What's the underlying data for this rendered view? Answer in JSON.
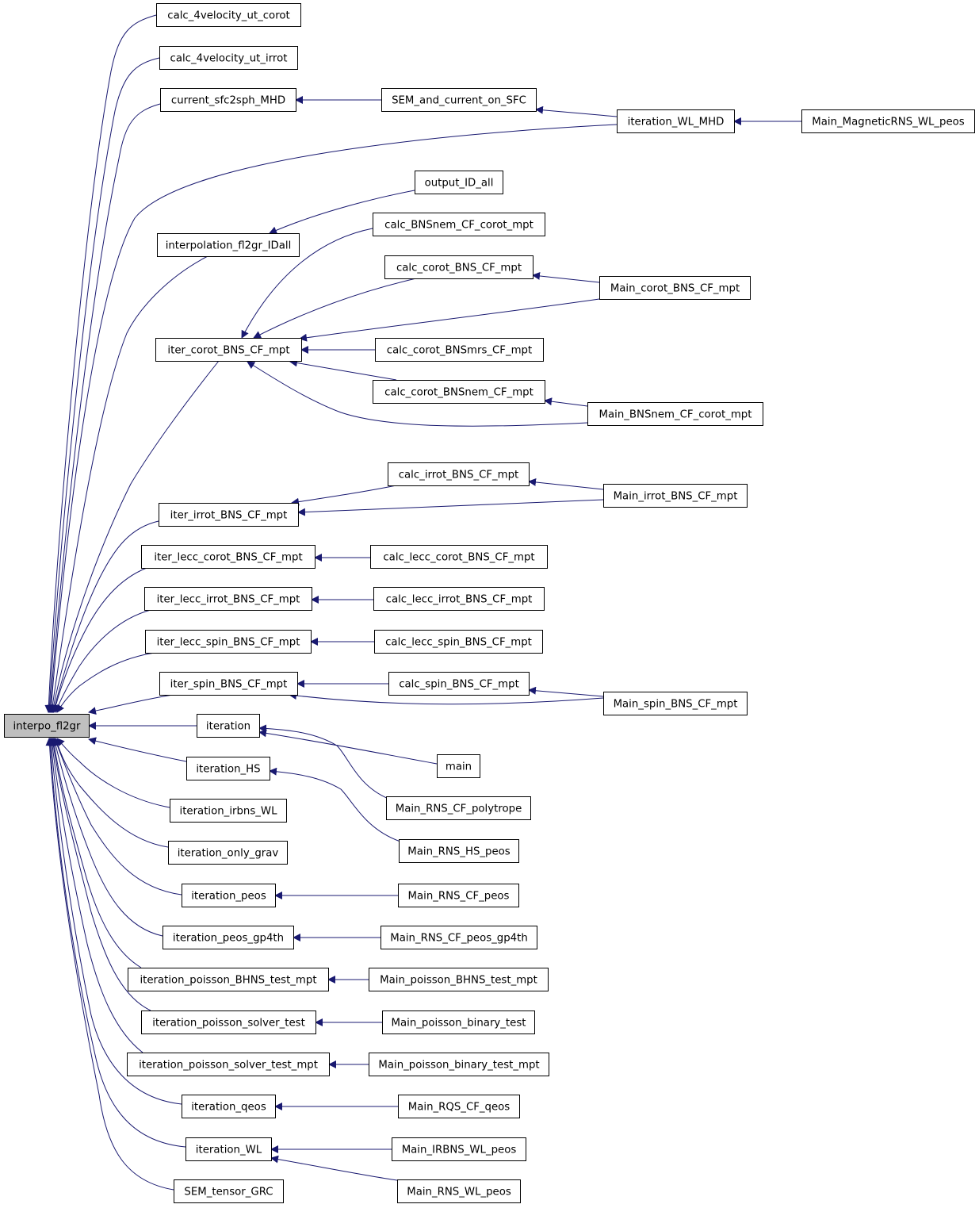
{
  "graph": {
    "title": "",
    "edge_color": "#191970",
    "root_fill": "#bfbfbf",
    "nodes": [
      {
        "id": "interpo_fl2gr",
        "label": "interpo_fl2gr",
        "root": true
      },
      {
        "id": "calc_4velocity_ut_corot",
        "label": "calc_4velocity_ut_corot"
      },
      {
        "id": "calc_4velocity_ut_irrot",
        "label": "calc_4velocity_ut_irrot"
      },
      {
        "id": "current_sfc2sph_MHD",
        "label": "current_sfc2sph_MHD"
      },
      {
        "id": "SEM_and_current_on_SFC",
        "label": "SEM_and_current_on_SFC"
      },
      {
        "id": "iteration_WL_MHD",
        "label": "iteration_WL_MHD"
      },
      {
        "id": "Main_MagneticRNS_WL_peos",
        "label": "Main_MagneticRNS_WL_peos"
      },
      {
        "id": "output_ID_all",
        "label": "output_ID_all"
      },
      {
        "id": "interpolation_fl2gr_IDall",
        "label": "interpolation_fl2gr_IDall"
      },
      {
        "id": "calc_BNSnem_CF_corot_mpt",
        "label": "calc_BNSnem_CF_corot_mpt"
      },
      {
        "id": "calc_corot_BNS_CF_mpt",
        "label": "calc_corot_BNS_CF_mpt"
      },
      {
        "id": "Main_corot_BNS_CF_mpt",
        "label": "Main_corot_BNS_CF_mpt"
      },
      {
        "id": "iter_corot_BNS_CF_mpt",
        "label": "iter_corot_BNS_CF_mpt"
      },
      {
        "id": "calc_corot_BNSmrs_CF_mpt",
        "label": "calc_corot_BNSmrs_CF_mpt"
      },
      {
        "id": "calc_corot_BNSnem_CF_mpt",
        "label": "calc_corot_BNSnem_CF_mpt"
      },
      {
        "id": "Main_BNSnem_CF_corot_mpt",
        "label": "Main_BNSnem_CF_corot_mpt"
      },
      {
        "id": "calc_irrot_BNS_CF_mpt",
        "label": "calc_irrot_BNS_CF_mpt"
      },
      {
        "id": "iter_irrot_BNS_CF_mpt",
        "label": "iter_irrot_BNS_CF_mpt"
      },
      {
        "id": "Main_irrot_BNS_CF_mpt",
        "label": "Main_irrot_BNS_CF_mpt"
      },
      {
        "id": "iter_lecc_corot_BNS_CF_mpt",
        "label": "iter_lecc_corot_BNS_CF_mpt"
      },
      {
        "id": "calc_lecc_corot_BNS_CF_mpt",
        "label": "calc_lecc_corot_BNS_CF_mpt"
      },
      {
        "id": "iter_lecc_irrot_BNS_CF_mpt",
        "label": "iter_lecc_irrot_BNS_CF_mpt"
      },
      {
        "id": "calc_lecc_irrot_BNS_CF_mpt",
        "label": "calc_lecc_irrot_BNS_CF_mpt"
      },
      {
        "id": "iter_lecc_spin_BNS_CF_mpt",
        "label": "iter_lecc_spin_BNS_CF_mpt"
      },
      {
        "id": "calc_lecc_spin_BNS_CF_mpt",
        "label": "calc_lecc_spin_BNS_CF_mpt"
      },
      {
        "id": "iter_spin_BNS_CF_mpt",
        "label": "iter_spin_BNS_CF_mpt"
      },
      {
        "id": "calc_spin_BNS_CF_mpt",
        "label": "calc_spin_BNS_CF_mpt"
      },
      {
        "id": "Main_spin_BNS_CF_mpt",
        "label": "Main_spin_BNS_CF_mpt"
      },
      {
        "id": "iteration",
        "label": "iteration"
      },
      {
        "id": "main",
        "label": "main"
      },
      {
        "id": "iteration_HS",
        "label": "iteration_HS"
      },
      {
        "id": "Main_RNS_CF_polytrope",
        "label": "Main_RNS_CF_polytrope"
      },
      {
        "id": "iteration_irbns_WL",
        "label": "iteration_irbns_WL"
      },
      {
        "id": "Main_RNS_HS_peos",
        "label": "Main_RNS_HS_peos"
      },
      {
        "id": "iteration_only_grav",
        "label": "iteration_only_grav"
      },
      {
        "id": "iteration_peos",
        "label": "iteration_peos"
      },
      {
        "id": "Main_RNS_CF_peos",
        "label": "Main_RNS_CF_peos"
      },
      {
        "id": "iteration_peos_gp4th",
        "label": "iteration_peos_gp4th"
      },
      {
        "id": "Main_RNS_CF_peos_gp4th",
        "label": "Main_RNS_CF_peos_gp4th"
      },
      {
        "id": "iteration_poisson_BHNS_test_mpt",
        "label": "iteration_poisson_BHNS_test_mpt"
      },
      {
        "id": "Main_poisson_BHNS_test_mpt",
        "label": "Main_poisson_BHNS_test_mpt"
      },
      {
        "id": "iteration_poisson_solver_test",
        "label": "iteration_poisson_solver_test"
      },
      {
        "id": "Main_poisson_binary_test",
        "label": "Main_poisson_binary_test"
      },
      {
        "id": "iteration_poisson_solver_test_mpt",
        "label": "iteration_poisson_solver_test_mpt"
      },
      {
        "id": "Main_poisson_binary_test_mpt",
        "label": "Main_poisson_binary_test_mpt"
      },
      {
        "id": "iteration_qeos",
        "label": "iteration_qeos"
      },
      {
        "id": "Main_RQS_CF_qeos",
        "label": "Main_RQS_CF_qeos"
      },
      {
        "id": "iteration_WL",
        "label": "iteration_WL"
      },
      {
        "id": "Main_IRBNS_WL_peos",
        "label": "Main_IRBNS_WL_peos"
      },
      {
        "id": "SEM_tensor_GRC",
        "label": "SEM_tensor_GRC"
      },
      {
        "id": "Main_RNS_WL_peos",
        "label": "Main_RNS_WL_peos"
      }
    ],
    "edges": [
      {
        "from": "calc_4velocity_ut_corot",
        "to": "interpo_fl2gr"
      },
      {
        "from": "calc_4velocity_ut_irrot",
        "to": "interpo_fl2gr"
      },
      {
        "from": "current_sfc2sph_MHD",
        "to": "interpo_fl2gr"
      },
      {
        "from": "iteration_WL_MHD",
        "to": "interpo_fl2gr"
      },
      {
        "from": "interpolation_fl2gr_IDall",
        "to": "interpo_fl2gr"
      },
      {
        "from": "iter_corot_BNS_CF_mpt",
        "to": "interpo_fl2gr"
      },
      {
        "from": "iter_irrot_BNS_CF_mpt",
        "to": "interpo_fl2gr"
      },
      {
        "from": "iter_lecc_corot_BNS_CF_mpt",
        "to": "interpo_fl2gr"
      },
      {
        "from": "iter_lecc_irrot_BNS_CF_mpt",
        "to": "interpo_fl2gr"
      },
      {
        "from": "iter_lecc_spin_BNS_CF_mpt",
        "to": "interpo_fl2gr"
      },
      {
        "from": "iter_spin_BNS_CF_mpt",
        "to": "interpo_fl2gr"
      },
      {
        "from": "iteration",
        "to": "interpo_fl2gr"
      },
      {
        "from": "iteration_HS",
        "to": "interpo_fl2gr"
      },
      {
        "from": "iteration_irbns_WL",
        "to": "interpo_fl2gr"
      },
      {
        "from": "iteration_only_grav",
        "to": "interpo_fl2gr"
      },
      {
        "from": "iteration_peos",
        "to": "interpo_fl2gr"
      },
      {
        "from": "iteration_peos_gp4th",
        "to": "interpo_fl2gr"
      },
      {
        "from": "iteration_poisson_BHNS_test_mpt",
        "to": "interpo_fl2gr"
      },
      {
        "from": "iteration_poisson_solver_test",
        "to": "interpo_fl2gr"
      },
      {
        "from": "iteration_poisson_solver_test_mpt",
        "to": "interpo_fl2gr"
      },
      {
        "from": "iteration_qeos",
        "to": "interpo_fl2gr"
      },
      {
        "from": "iteration_WL",
        "to": "interpo_fl2gr"
      },
      {
        "from": "SEM_tensor_GRC",
        "to": "interpo_fl2gr"
      },
      {
        "from": "SEM_and_current_on_SFC",
        "to": "current_sfc2sph_MHD"
      },
      {
        "from": "iteration_WL_MHD",
        "to": "SEM_and_current_on_SFC"
      },
      {
        "from": "Main_MagneticRNS_WL_peos",
        "to": "iteration_WL_MHD"
      },
      {
        "from": "output_ID_all",
        "to": "interpolation_fl2gr_IDall"
      },
      {
        "from": "calc_BNSnem_CF_corot_mpt",
        "to": "iter_corot_BNS_CF_mpt"
      },
      {
        "from": "calc_corot_BNS_CF_mpt",
        "to": "iter_corot_BNS_CF_mpt"
      },
      {
        "from": "Main_corot_BNS_CF_mpt",
        "to": "iter_corot_BNS_CF_mpt"
      },
      {
        "from": "calc_corot_BNSmrs_CF_mpt",
        "to": "iter_corot_BNS_CF_mpt"
      },
      {
        "from": "calc_corot_BNSnem_CF_mpt",
        "to": "iter_corot_BNS_CF_mpt"
      },
      {
        "from": "Main_BNSnem_CF_corot_mpt",
        "to": "iter_corot_BNS_CF_mpt"
      },
      {
        "from": "Main_corot_BNS_CF_mpt",
        "to": "calc_corot_BNS_CF_mpt"
      },
      {
        "from": "Main_BNSnem_CF_corot_mpt",
        "to": "calc_corot_BNSnem_CF_mpt"
      },
      {
        "from": "calc_irrot_BNS_CF_mpt",
        "to": "iter_irrot_BNS_CF_mpt"
      },
      {
        "from": "Main_irrot_BNS_CF_mpt",
        "to": "iter_irrot_BNS_CF_mpt"
      },
      {
        "from": "Main_irrot_BNS_CF_mpt",
        "to": "calc_irrot_BNS_CF_mpt"
      },
      {
        "from": "calc_lecc_corot_BNS_CF_mpt",
        "to": "iter_lecc_corot_BNS_CF_mpt"
      },
      {
        "from": "calc_lecc_irrot_BNS_CF_mpt",
        "to": "iter_lecc_irrot_BNS_CF_mpt"
      },
      {
        "from": "calc_lecc_spin_BNS_CF_mpt",
        "to": "iter_lecc_spin_BNS_CF_mpt"
      },
      {
        "from": "calc_spin_BNS_CF_mpt",
        "to": "iter_spin_BNS_CF_mpt"
      },
      {
        "from": "Main_spin_BNS_CF_mpt",
        "to": "iter_spin_BNS_CF_mpt"
      },
      {
        "from": "Main_spin_BNS_CF_mpt",
        "to": "calc_spin_BNS_CF_mpt"
      },
      {
        "from": "main",
        "to": "iteration"
      },
      {
        "from": "Main_RNS_CF_polytrope",
        "to": "iteration"
      },
      {
        "from": "Main_RNS_HS_peos",
        "to": "iteration_HS"
      },
      {
        "from": "Main_RNS_CF_peos",
        "to": "iteration_peos"
      },
      {
        "from": "Main_RNS_CF_peos_gp4th",
        "to": "iteration_peos_gp4th"
      },
      {
        "from": "Main_poisson_BHNS_test_mpt",
        "to": "iteration_poisson_BHNS_test_mpt"
      },
      {
        "from": "Main_poisson_binary_test",
        "to": "iteration_poisson_solver_test"
      },
      {
        "from": "Main_poisson_binary_test_mpt",
        "to": "iteration_poisson_solver_test_mpt"
      },
      {
        "from": "Main_RQS_CF_qeos",
        "to": "iteration_qeos"
      },
      {
        "from": "Main_IRBNS_WL_peos",
        "to": "iteration_WL"
      },
      {
        "from": "Main_RNS_WL_peos",
        "to": "iteration_WL"
      }
    ]
  }
}
